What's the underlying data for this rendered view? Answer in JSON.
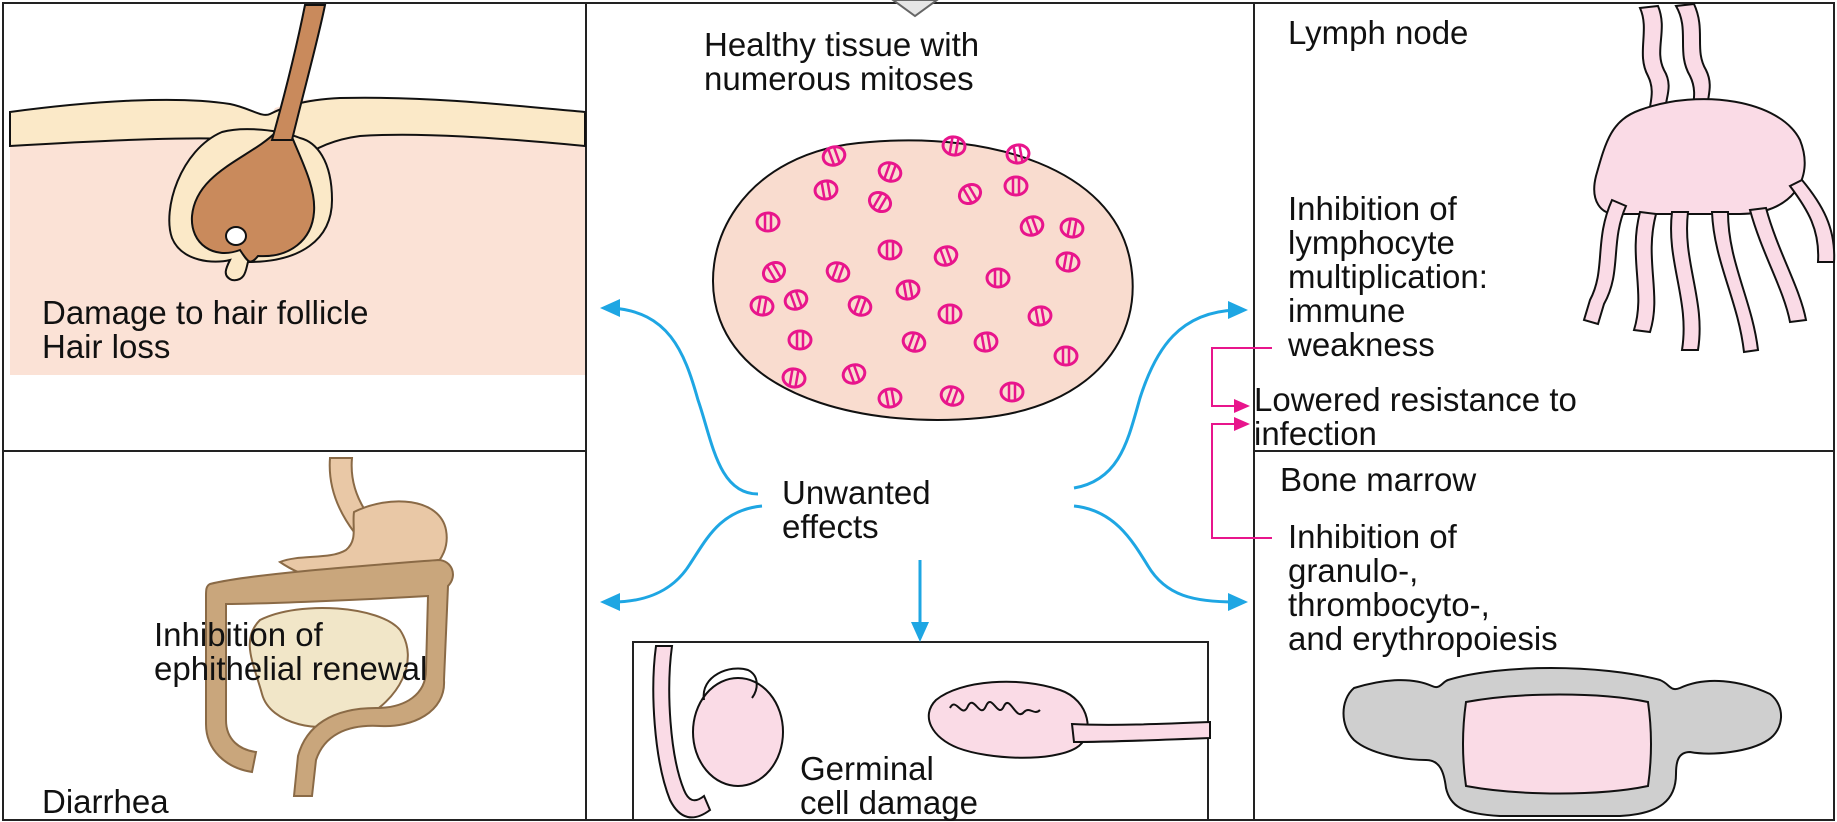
{
  "colors": {
    "arrow_blue": "#1ea6e3",
    "mitosis_magenta": "#e8158c",
    "bracket_magenta": "#e8158c",
    "skin": "#fbe2d6",
    "tissue": "#f9dccf",
    "hair_shaft": "#c98a5c",
    "follicle_outer": "#fbe9c8",
    "gut_tan": "#c9a67c",
    "stomach": "#e9c8a6",
    "gonad_pink": "#fadbe6",
    "lymph_pink": "#fadbe6",
    "marrow_gray": "#cfcfcf"
  },
  "panels": {
    "hair": {
      "line1": "Damage to hair follicle",
      "line2": "Hair loss"
    },
    "center": {
      "line1": "Healthy tissue with",
      "line2": "numerous mitoses"
    },
    "lymph": {
      "title": "Lymph  node",
      "line1": "Inhibition of",
      "line2": "lymphocyte",
      "line3": "multiplication:",
      "line4": "immune",
      "line5": "weakness"
    },
    "resistance": {
      "line1": "Lowered resistance to",
      "line2": "infection"
    },
    "marrow": {
      "title": "Bone marrow",
      "line1": "Inhibition of",
      "line2": "granulo-,",
      "line3": "thrombocyto-,",
      "line4": "and erythropoiesis"
    },
    "gut": {
      "line1": "Inhibition of",
      "line2": "ephithelial renewal",
      "bottom": "Diarrhea"
    },
    "unwanted": {
      "line1": "Unwanted",
      "line2": "effects"
    },
    "germinal": {
      "line1": "Germinal",
      "line2": "cell damage"
    }
  },
  "icons": [
    "hair-follicle-illustration",
    "tissue-with-mitoses-illustration",
    "lymph-node-illustration",
    "intestine-illustration",
    "bone-marrow-illustration",
    "testis-illustration"
  ]
}
